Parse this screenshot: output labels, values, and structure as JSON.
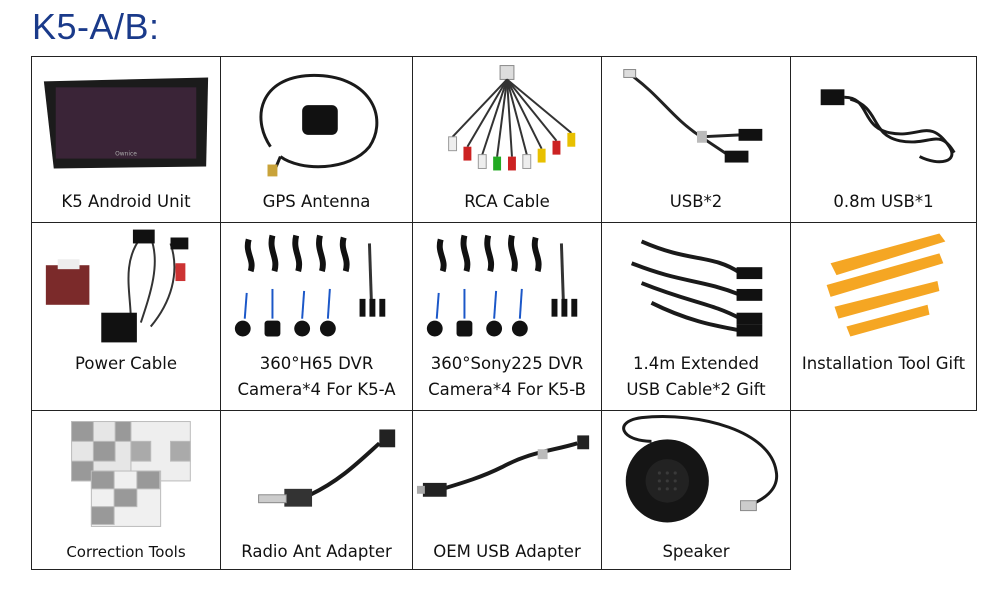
{
  "title": "K5-A/B:",
  "items": [
    {
      "icon": "android-unit-icon",
      "lines": [
        "K5 Android Unit"
      ]
    },
    {
      "icon": "gps-antenna-icon",
      "lines": [
        "GPS Antenna"
      ]
    },
    {
      "icon": "rca-cable-icon",
      "lines": [
        "RCA Cable"
      ]
    },
    {
      "icon": "usb-cable-icon",
      "lines": [
        "USB*2"
      ]
    },
    {
      "icon": "usb-cable-icon",
      "lines": [
        "0.8m USB*1"
      ]
    },
    {
      "icon": "power-cable-icon",
      "lines": [
        "Power Cable"
      ]
    },
    {
      "icon": "dvr-camera-icon",
      "lines": [
        "360°H65 DVR",
        "Camera*4 For K5-A"
      ]
    },
    {
      "icon": "dvr-camera-icon",
      "lines": [
        "360°Sony225 DVR",
        "Camera*4 For K5-B"
      ]
    },
    {
      "icon": "extension-cable-icon",
      "lines": [
        "1.4m Extended",
        "USB Cable*2 Gift"
      ]
    },
    {
      "icon": "pry-tool-icon",
      "lines": [
        "Installation Tool Gift"
      ]
    },
    {
      "icon": "calibration-cloth-icon",
      "lines": [
        "Correction Tools"
      ]
    },
    {
      "icon": "antenna-adapter-icon",
      "lines": [
        "Radio Ant Adapter"
      ]
    },
    {
      "icon": "oem-usb-adapter-icon",
      "lines": [
        "OEM USB Adapter"
      ]
    },
    {
      "icon": "speaker-icon",
      "lines": [
        "Speaker"
      ]
    }
  ]
}
